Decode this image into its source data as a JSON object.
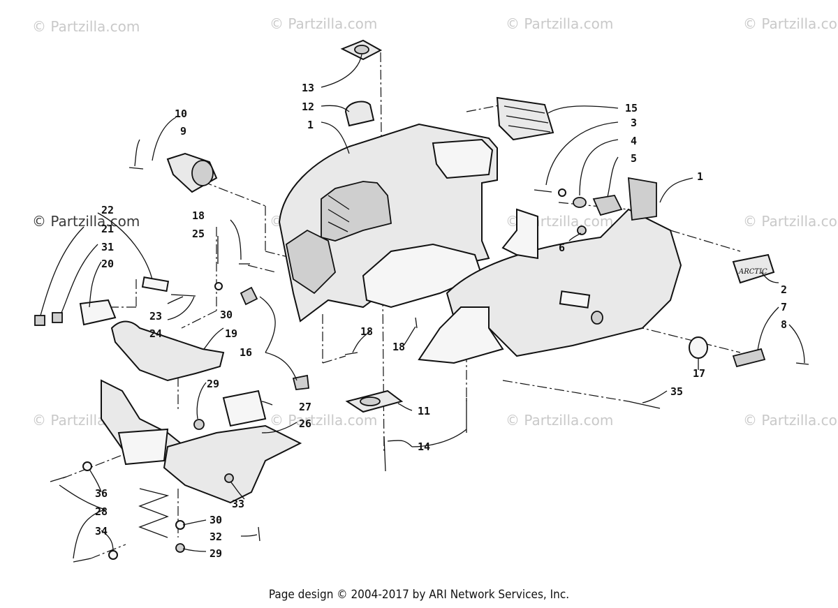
{
  "watermark": {
    "text": "© Partzilla.com"
  },
  "footer": {
    "text": "Page design © 2004-2017 by ARI Network Services, Inc."
  },
  "emblem": {
    "text": "ARCTIC"
  },
  "callouts": [
    {
      "label": "1"
    },
    {
      "label": "1"
    },
    {
      "label": "2"
    },
    {
      "label": "3"
    },
    {
      "label": "4"
    },
    {
      "label": "5"
    },
    {
      "label": "6"
    },
    {
      "label": "7"
    },
    {
      "label": "8"
    },
    {
      "label": "9"
    },
    {
      "label": "10"
    },
    {
      "label": "11"
    },
    {
      "label": "12"
    },
    {
      "label": "13"
    },
    {
      "label": "14"
    },
    {
      "label": "15"
    },
    {
      "label": "16"
    },
    {
      "label": "17"
    },
    {
      "label": "18"
    },
    {
      "label": "18"
    },
    {
      "label": "18"
    },
    {
      "label": "19"
    },
    {
      "label": "20"
    },
    {
      "label": "21"
    },
    {
      "label": "22"
    },
    {
      "label": "23"
    },
    {
      "label": "24"
    },
    {
      "label": "25"
    },
    {
      "label": "26"
    },
    {
      "label": "27"
    },
    {
      "label": "28"
    },
    {
      "label": "29"
    },
    {
      "label": "29"
    },
    {
      "label": "30"
    },
    {
      "label": "30"
    },
    {
      "label": "31"
    },
    {
      "label": "32"
    },
    {
      "label": "33"
    },
    {
      "label": "34"
    },
    {
      "label": "35"
    },
    {
      "label": "36"
    }
  ]
}
